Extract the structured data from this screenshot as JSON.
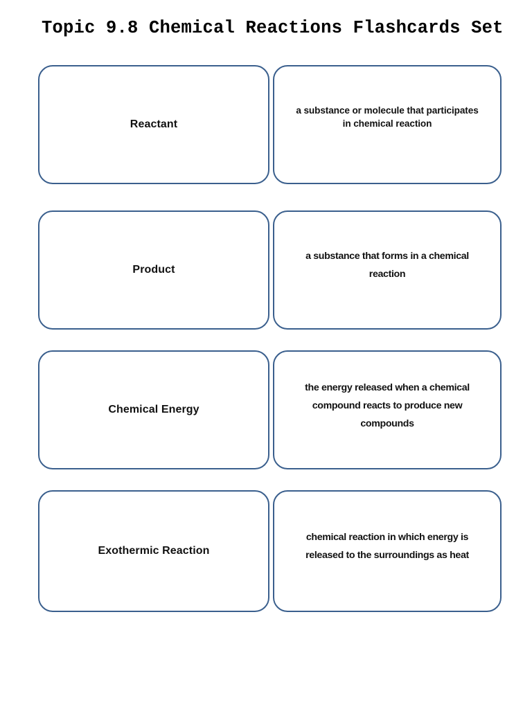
{
  "document": {
    "title": "Topic 9.8 Chemical Reactions Flashcards Set",
    "page_background": "#ffffff",
    "card_border_color": "#3a5f8d",
    "text_color": "#111111"
  },
  "flashcards": [
    {
      "term": "Reactant",
      "definition": "a substance or molecule that participates in chemical reaction"
    },
    {
      "term": "Product",
      "definition": "a substance that forms in a chemical reaction"
    },
    {
      "term": "Chemical Energy",
      "definition": "the energy released when a chemical compound reacts to produce new compounds"
    },
    {
      "term": "Exothermic Reaction",
      "definition": "chemical reaction in which energy is released to the surroundings as heat"
    }
  ]
}
